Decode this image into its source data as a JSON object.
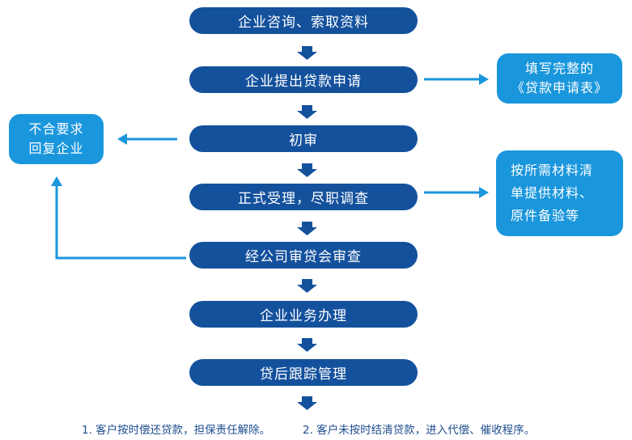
{
  "steps": [
    "企业咨询、索取资料",
    "企业提出贷款申请",
    "初审",
    "正式受理，尽职调查",
    "经公司审贷会审查",
    "企业业务办理",
    "贷后跟踪管理"
  ],
  "side_notes": {
    "application_form": [
      "填写完整的",
      "《贷款申请表》"
    ],
    "materials": [
      "按所需材料清",
      "单提供材料、",
      "原件备验等"
    ],
    "rejection": [
      "不合要求",
      "回复企业"
    ]
  },
  "footer": {
    "note1": "1. 客户按时偿还贷款，担保责任解除。",
    "note2": "2. 客户未按时结清贷款，进入代偿、催收程序。"
  },
  "colors": {
    "step_fill": "#14519d",
    "side_fill": "#1a96dc",
    "connector": "#1a96dc",
    "down_arrow": "#14519d"
  }
}
